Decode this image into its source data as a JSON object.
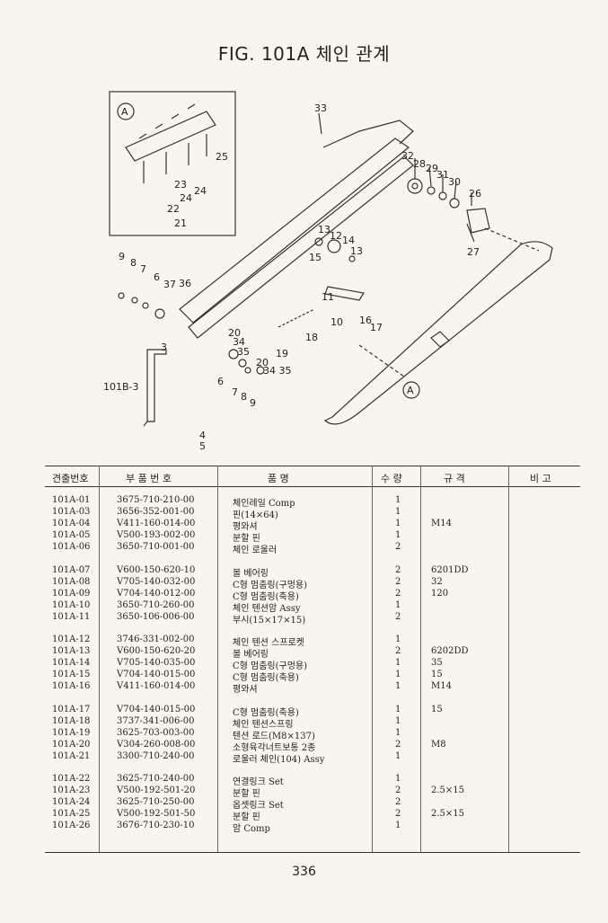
{
  "title": "FIG. 101A 체인 관계",
  "table": {
    "headers": {
      "item": "견출번호",
      "part_no": "부 품 번 호",
      "name": "품 명",
      "qty": "수 량",
      "spec": "규 격",
      "remarks": "비 고"
    },
    "rows": [
      {
        "item": "101A-01",
        "part_no": "3675-710-210-00",
        "name": "체인레일 Comp",
        "qty": "1",
        "spec": ""
      },
      {
        "item": "101A-03",
        "part_no": "3656-352-001-00",
        "name": "핀(14×64)",
        "qty": "1",
        "spec": ""
      },
      {
        "item": "101A-04",
        "part_no": "V411-160-014-00",
        "name": "평와셔",
        "qty": "1",
        "spec": "M14"
      },
      {
        "item": "101A-05",
        "part_no": "V500-193-002-00",
        "name": "분할 핀",
        "qty": "1",
        "spec": ""
      },
      {
        "item": "101A-06",
        "part_no": "3650-710-001-00",
        "name": "체인 로울러",
        "qty": "2",
        "spec": ""
      },
      {
        "item": "101A-07",
        "part_no": "V600-150-620-10",
        "name": "볼 베어링",
        "qty": "2",
        "spec": "6201DD"
      },
      {
        "item": "101A-08",
        "part_no": "V705-140-032-00",
        "name": "C형 멈춤링(구멍용)",
        "qty": "2",
        "spec": "32"
      },
      {
        "item": "101A-09",
        "part_no": "V704-140-012-00",
        "name": "C형 멈춤링(축용)",
        "qty": "2",
        "spec": "120"
      },
      {
        "item": "101A-10",
        "part_no": "3650-710-260-00",
        "name": "체인 텐션암 Assy",
        "qty": "1",
        "spec": ""
      },
      {
        "item": "101A-11",
        "part_no": "3650-106-006-00",
        "name": "부시(15×17×15)",
        "qty": "2",
        "spec": ""
      },
      {
        "item": "101A-12",
        "part_no": "3746-331-002-00",
        "name": "체인 텐션 스프로켓",
        "qty": "1",
        "spec": ""
      },
      {
        "item": "101A-13",
        "part_no": "V600-150-620-20",
        "name": "볼 베어링",
        "qty": "2",
        "spec": "6202DD"
      },
      {
        "item": "101A-14",
        "part_no": "V705-140-035-00",
        "name": "C형 멈춤링(구멍용)",
        "qty": "1",
        "spec": "35"
      },
      {
        "item": "101A-15",
        "part_no": "V704-140-015-00",
        "name": "C형 멈춤링(축용)",
        "qty": "1",
        "spec": "15"
      },
      {
        "item": "101A-16",
        "part_no": "V411-160-014-00",
        "name": "평와셔",
        "qty": "1",
        "spec": "M14"
      },
      {
        "item": "101A-17",
        "part_no": "V704-140-015-00",
        "name": "C형 멈춤링(축용)",
        "qty": "1",
        "spec": "15"
      },
      {
        "item": "101A-18",
        "part_no": "3737-341-006-00",
        "name": "체인 텐션스프링",
        "qty": "1",
        "spec": ""
      },
      {
        "item": "101A-19",
        "part_no": "3625-703-003-00",
        "name": "텐션 로드(M8×137)",
        "qty": "1",
        "spec": ""
      },
      {
        "item": "101A-20",
        "part_no": "V304-260-008-00",
        "name": "소형육각너트보통 2종",
        "qty": "2",
        "spec": "M8"
      },
      {
        "item": "101A-21",
        "part_no": "3300-710-240-00",
        "name": "로울러 체인(104) Assy",
        "qty": "1",
        "spec": ""
      },
      {
        "item": "101A-22",
        "part_no": "3625-710-240-00",
        "name": "연결링크 Set",
        "qty": "1",
        "spec": ""
      },
      {
        "item": "101A-23",
        "part_no": "V500-192-501-20",
        "name": "분할 핀",
        "qty": "2",
        "spec": "2.5×15"
      },
      {
        "item": "101A-24",
        "part_no": "3625-710-250-00",
        "name": "옵셋링크 Set",
        "qty": "2",
        "spec": ""
      },
      {
        "item": "101A-25",
        "part_no": "V500-192-501-50",
        "name": "분할 핀",
        "qty": "2",
        "spec": "2.5×15"
      },
      {
        "item": "101A-26",
        "part_no": "3676-710-230-10",
        "name": "암 Comp",
        "qty": "1",
        "spec": ""
      }
    ]
  },
  "diagram": {
    "callouts": [
      "33",
      "32",
      "28",
      "29",
      "31",
      "30",
      "26",
      "27",
      "13",
      "12",
      "14",
      "13",
      "15",
      "11",
      "10",
      "16",
      "17",
      "9",
      "8",
      "7",
      "6",
      "37",
      "36",
      "20",
      "34",
      "35",
      "19",
      "18",
      "20",
      "34",
      "35",
      "6",
      "7",
      "8",
      "9",
      "3",
      "4",
      "5",
      "25",
      "24",
      "24",
      "23",
      "22",
      "21",
      "101B-3"
    ],
    "detail_letter": "A"
  },
  "page_number": "336"
}
